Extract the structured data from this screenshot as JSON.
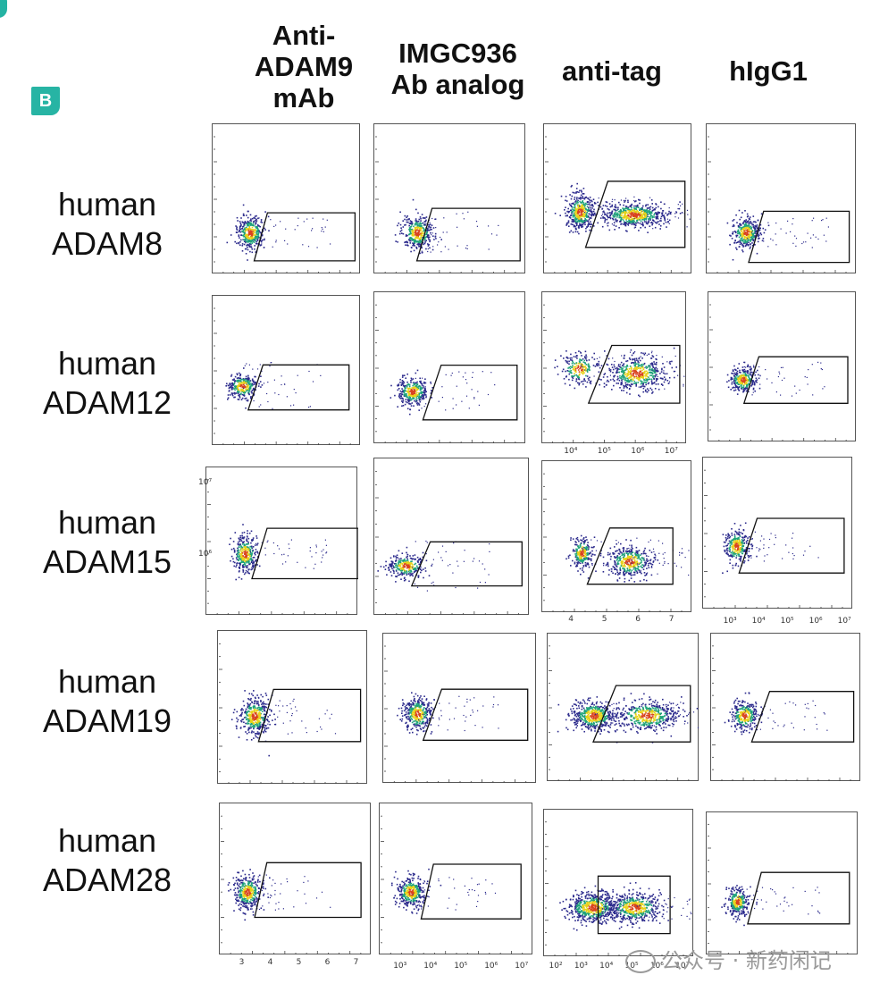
{
  "panel_label": "B",
  "columns": [
    {
      "key": "anti_adam9",
      "label": "Anti-\nADAM9\nmAb"
    },
    {
      "key": "imgc936",
      "label": "IMGC936\nAb analog"
    },
    {
      "key": "anti_tag",
      "label": "anti-tag"
    },
    {
      "key": "higg1",
      "label": "hIgG1"
    }
  ],
  "rows": [
    {
      "key": "adam8",
      "label": "human\nADAM8"
    },
    {
      "key": "adam12",
      "label": "human\nADAM12"
    },
    {
      "key": "adam15",
      "label": "human\nADAM15"
    },
    {
      "key": "adam19",
      "label": "human\nADAM19"
    },
    {
      "key": "adam28",
      "label": "human\nADAM28"
    }
  ],
  "axis_ticks": {
    "x_row3_col3": [
      "4",
      "5",
      "6",
      "7"
    ],
    "x_row2_col3": [
      "10⁴",
      "10⁵",
      "10⁶",
      "10⁷"
    ],
    "x_row3_col4": [
      "10³",
      "10⁴",
      "10⁵",
      "10⁶",
      "10⁷"
    ],
    "x_row5_col2": [
      "10³",
      "10⁴",
      "10⁵",
      "10⁶",
      "10⁷"
    ],
    "x_row5_col3": [
      "10²",
      "10³",
      "10⁴",
      "10⁵",
      "10⁶",
      "10⁷"
    ],
    "x_row5_col1": [
      "3",
      "4",
      "5",
      "6",
      "7"
    ],
    "y_row3": [
      "10⁷",
      "10⁶"
    ]
  },
  "colors": {
    "accent": "#27b4a4",
    "density_low": "#2b2a8c",
    "density_mid": "#1fa37a",
    "density_high": "#e8d21a",
    "density_peak": "#d9431e",
    "gate": "#111111"
  },
  "watermark": "公众号 · 新药闲记"
}
